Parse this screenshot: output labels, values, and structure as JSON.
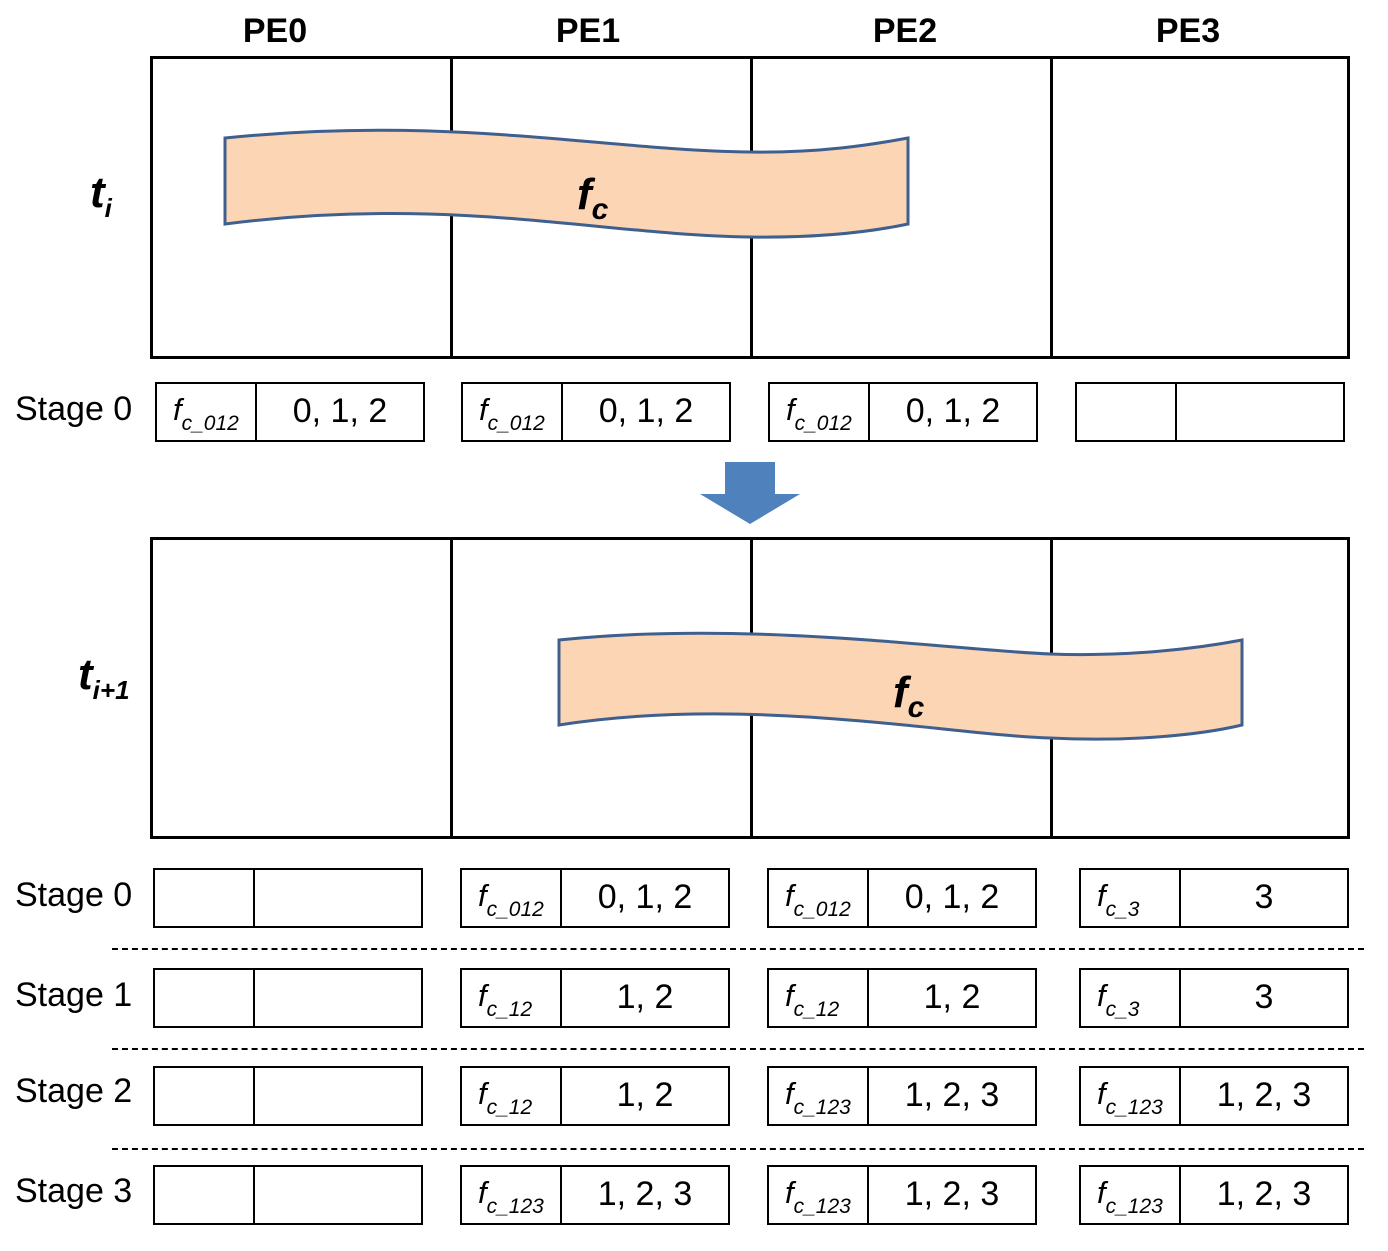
{
  "pe_labels": [
    "PE0",
    "PE1",
    "PE2",
    "PE3"
  ],
  "time_labels": {
    "ti": {
      "base": "t",
      "sub": "i"
    },
    "ti1": {
      "base": "t",
      "sub": "i+1"
    }
  },
  "flow": {
    "base": "f",
    "sub": "c"
  },
  "colors": {
    "band_fill": "#fcd5b5",
    "band_stroke": "#3f5f8f",
    "arrow": "#4f81bd"
  },
  "top_stage": {
    "label": "Stage 0",
    "cells": [
      {
        "fn_base": "f",
        "fn_sub": "c_012",
        "ids": "0, 1, 2"
      },
      {
        "fn_base": "f",
        "fn_sub": "c_012",
        "ids": "0, 1, 2"
      },
      {
        "fn_base": "f",
        "fn_sub": "c_012",
        "ids": "0, 1, 2"
      },
      {
        "fn_base": "",
        "fn_sub": "",
        "ids": ""
      }
    ]
  },
  "bottom_stages": [
    {
      "label": "Stage 0",
      "cells": [
        {
          "fn_base": "",
          "fn_sub": "",
          "ids": ""
        },
        {
          "fn_base": "f",
          "fn_sub": "c_012",
          "ids": "0, 1, 2"
        },
        {
          "fn_base": "f",
          "fn_sub": "c_012",
          "ids": "0, 1, 2"
        },
        {
          "fn_base": "f",
          "fn_sub": "c_3",
          "ids": "3"
        }
      ]
    },
    {
      "label": "Stage 1",
      "cells": [
        {
          "fn_base": "",
          "fn_sub": "",
          "ids": ""
        },
        {
          "fn_base": "f",
          "fn_sub": "c_12",
          "ids": "1, 2"
        },
        {
          "fn_base": "f",
          "fn_sub": "c_12",
          "ids": "1, 2"
        },
        {
          "fn_base": "f",
          "fn_sub": "c_3",
          "ids": "3"
        }
      ]
    },
    {
      "label": "Stage 2",
      "cells": [
        {
          "fn_base": "",
          "fn_sub": "",
          "ids": ""
        },
        {
          "fn_base": "f",
          "fn_sub": "c_12",
          "ids": "1, 2"
        },
        {
          "fn_base": "f",
          "fn_sub": "c_123",
          "ids": "1, 2, 3"
        },
        {
          "fn_base": "f",
          "fn_sub": "c_123",
          "ids": "1, 2, 3"
        }
      ]
    },
    {
      "label": "Stage 3",
      "cells": [
        {
          "fn_base": "",
          "fn_sub": "",
          "ids": ""
        },
        {
          "fn_base": "f",
          "fn_sub": "c_123",
          "ids": "1, 2, 3"
        },
        {
          "fn_base": "f",
          "fn_sub": "c_123",
          "ids": "1, 2, 3"
        },
        {
          "fn_base": "f",
          "fn_sub": "c_123",
          "ids": "1, 2, 3"
        }
      ]
    }
  ]
}
